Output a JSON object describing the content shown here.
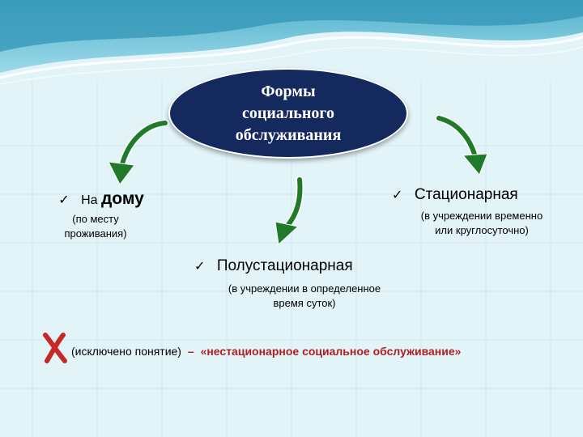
{
  "center": {
    "title": "Формы\nсоциального\nобслуживания"
  },
  "items": [
    {
      "prefix": "На",
      "main": "дому",
      "sub": "(по месту\nпроживания)"
    },
    {
      "main": "Стационарная",
      "sub": "(в учреждении временно\nили круглосуточно)"
    },
    {
      "main": "Полустационарная",
      "sub": "(в учреждении в определенное\nвремя суток)"
    }
  ],
  "note": {
    "plain": "(исключено понятие)",
    "dash": "–",
    "emphasis": "«нестационарное социальное обслуживание»"
  },
  "colors": {
    "ellipse": "#14295e",
    "arrow": "#1f7a2a",
    "emphasis": "#b01e1e",
    "background": "#dff3f7"
  },
  "icons": [
    "check-icon",
    "cross-icon",
    "arrow-icon"
  ]
}
